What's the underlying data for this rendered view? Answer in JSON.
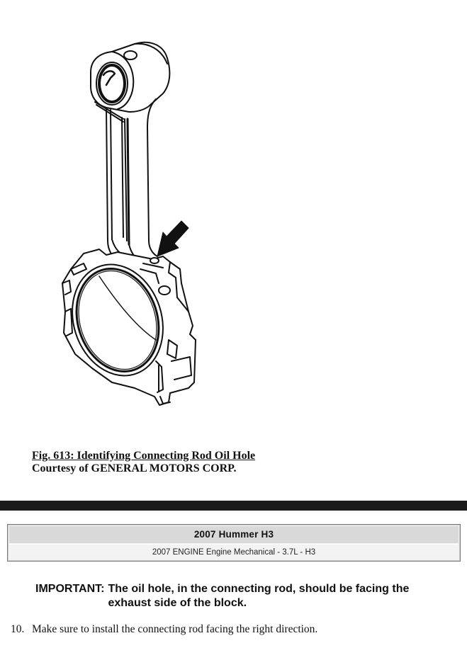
{
  "figure": {
    "title": "Fig. 613: Identifying Connecting Rod Oil Hole",
    "credit": "Courtesy of GENERAL MOTORS CORP.",
    "illustration": "connecting-rod-line-drawing",
    "callout": "arrow pointing to oil hole"
  },
  "header_box": {
    "title": "2007 Hummer H3",
    "subtitle": "2007 ENGINE Engine Mechanical - 3.7L - H3"
  },
  "important_note": {
    "label": "IMPORTANT:",
    "text": "The oil hole, in the connecting rod, should be facing the exhaust side of the block."
  },
  "steps": [
    {
      "number": "10.",
      "text": "Make sure to install the connecting rod facing the right direction."
    }
  ],
  "colors": {
    "divider": "#1b1b1b",
    "box_title_bg": "#d9d9d9",
    "box_sub_bg": "#f3f3f3",
    "box_border": "#7a7a7a"
  }
}
